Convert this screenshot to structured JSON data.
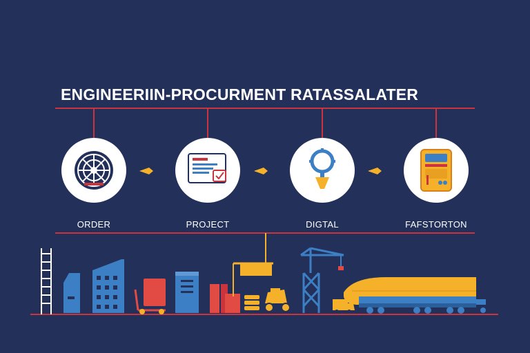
{
  "title": "ENGINEERIIN-PROCURMENT RATASSALATER",
  "colors": {
    "background": "#22305a",
    "accent_red": "#c9343d",
    "accent_yellow": "#f5b12a",
    "accent_blue": "#3d7fc4",
    "node_fill": "#ffffff"
  },
  "stages": [
    {
      "label": "ORDER",
      "icon": "ship-wheel-icon"
    },
    {
      "label": "PROJECT",
      "icon": "document-checklist-icon"
    },
    {
      "label": "DIGTAL",
      "icon": "magnifier-icon"
    },
    {
      "label": "FAFSTORTON",
      "icon": "control-panel-icon"
    }
  ]
}
